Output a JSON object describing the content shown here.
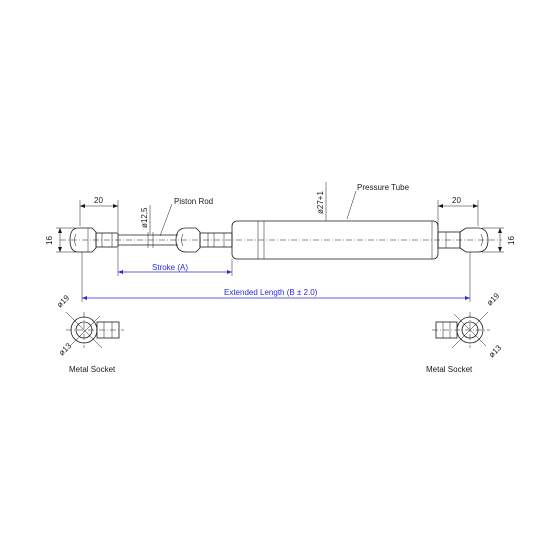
{
  "labels": {
    "piston_rod": "Piston Rod",
    "pressure_tube": "Pressure Tube",
    "stroke": "Stroke (A)",
    "extended_length": "Extended Length (B ± 2.0)",
    "metal_socket_left": "Metal Socket",
    "metal_socket_right": "Metal Socket"
  },
  "dimensions": {
    "left_end_width": "20",
    "right_end_width": "20",
    "end_height_left": "16",
    "end_height_right": "16",
    "rod_diameter": "ø12,5",
    "tube_diameter": "ø27+1",
    "socket_outer_left": "ø19",
    "socket_inner_left": "ø13",
    "socket_outer_right": "ø19",
    "socket_inner_right": "ø13"
  },
  "colors": {
    "line": "#1a1a1a",
    "dimension_accent": "#2a2adf"
  }
}
